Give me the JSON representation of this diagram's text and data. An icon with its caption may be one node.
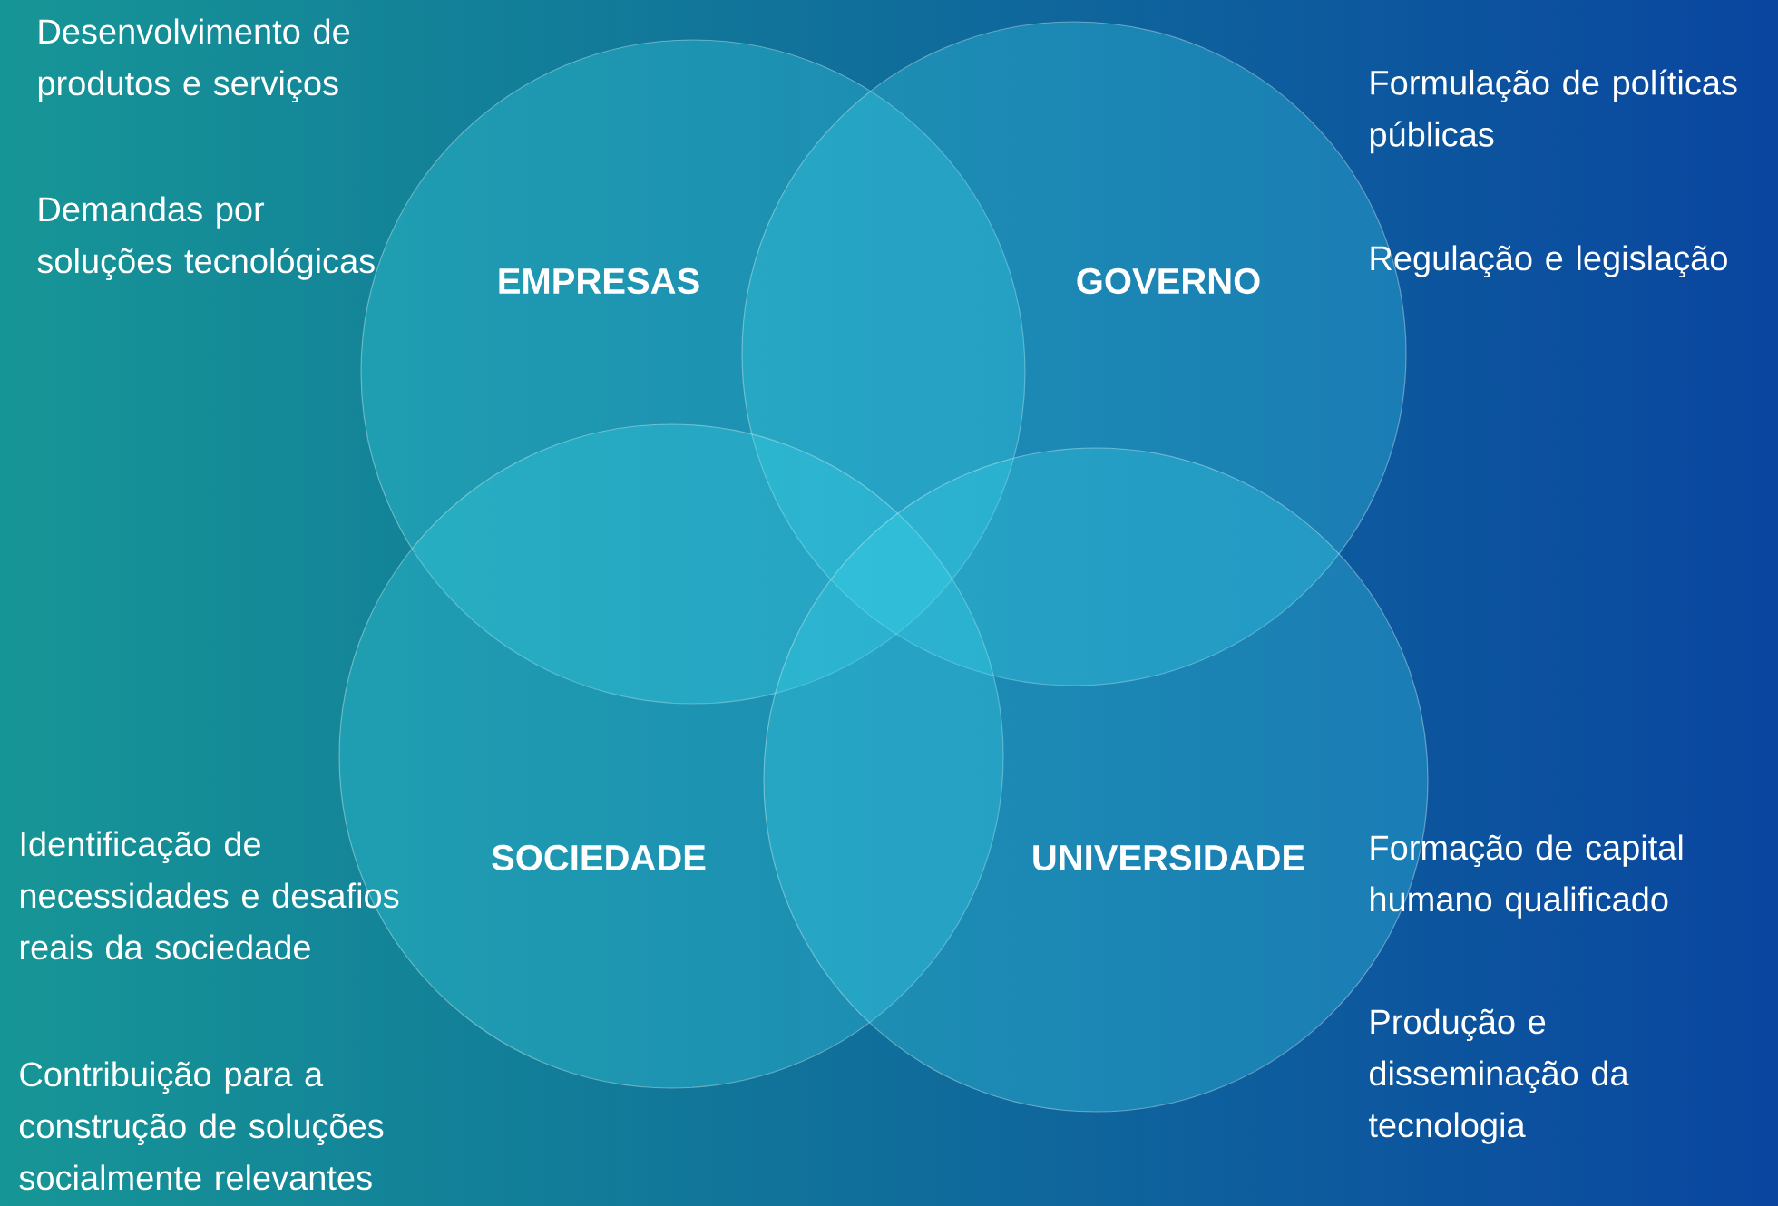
{
  "diagram": {
    "nodes": [
      {
        "text": [
          "EMPRESAS"
        ],
        "beside": [
          "Desenvolvimento de produtos e serviços",
          "Demandas por soluções tecnológicas"
        ]
      },
      {
        "text": [
          "GOVERNO"
        ],
        "beside": [
          "Formulação de políticas públicas",
          "Regulação e legislação"
        ]
      },
      {
        "text": [
          "SOCIEDADE"
        ],
        "beside": [
          "Identificação de necessidades e desafios reais da sociedade",
          "Contribuição para a construção de soluções socialmente relevantes"
        ]
      },
      {
        "text": [
          "UNIVERSIDADE"
        ],
        "beside": [
          "Formação de capital humano qualificado",
          "Produção e disseminação da tecnologia"
        ]
      }
    ]
  }
}
